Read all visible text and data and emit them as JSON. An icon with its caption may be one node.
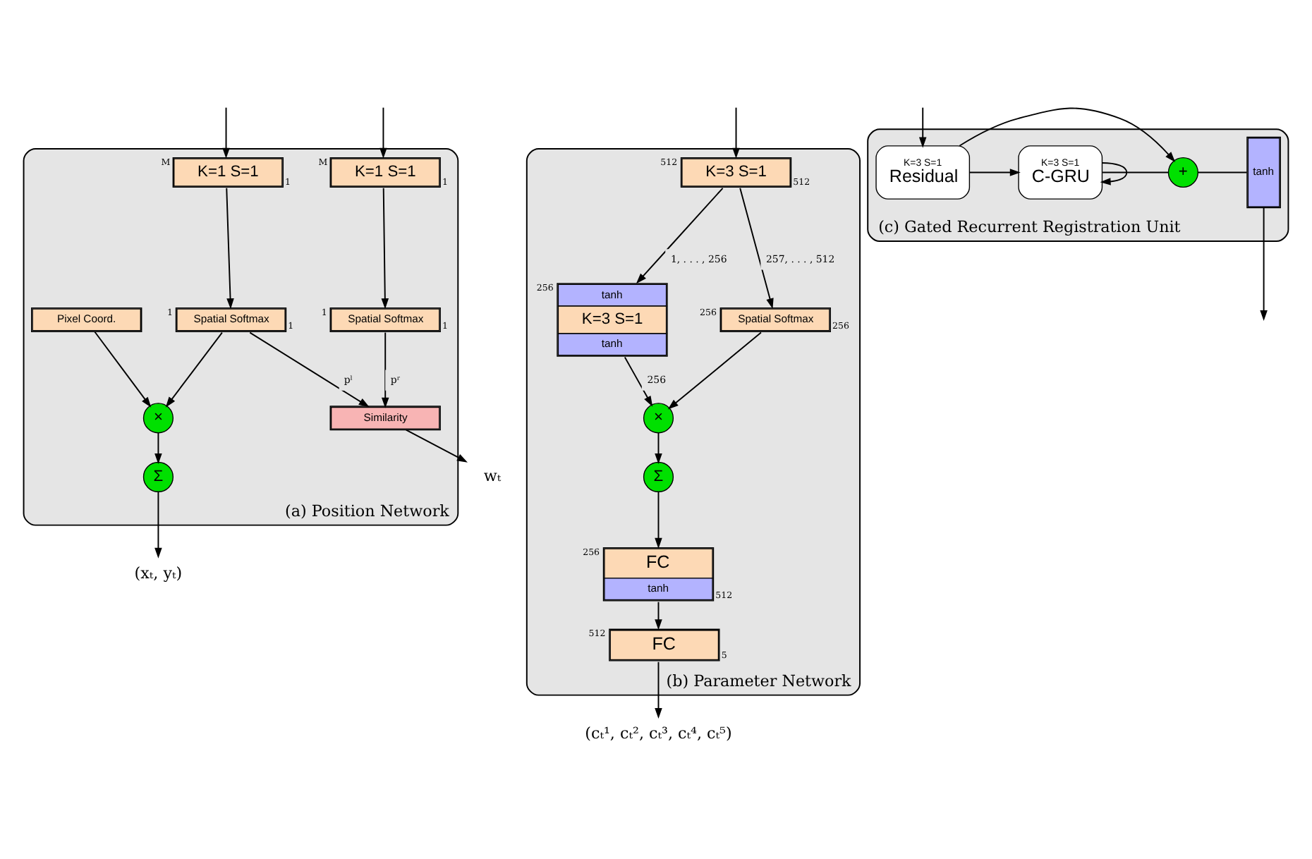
{
  "diagram": {
    "nodes": [
      {
        "text": [
          "(a) Position Network"
        ]
      },
      {
        "text": [
          "K=1 S=1"
        ],
        "in": 0,
        "beside": [
          "M",
          "1"
        ]
      },
      {
        "text": [
          "K=1 S=1"
        ],
        "in": 0,
        "beside": [
          "M",
          "1"
        ]
      },
      {
        "text": [
          "Spatial Softmax"
        ],
        "in": 0,
        "beside": [
          "1",
          "1"
        ]
      },
      {
        "text": [
          "Spatial Softmax"
        ],
        "in": 0,
        "beside": [
          "1",
          "1"
        ]
      },
      {
        "text": [
          "Pixel Coord."
        ],
        "in": 0
      },
      {
        "text": [
          "×"
        ],
        "in": 0
      },
      {
        "text": [
          "Similarity"
        ],
        "in": 0
      },
      {
        "text": [
          "Σ"
        ],
        "in": 0
      },
      {
        "text": [
          "(xₜ, yₜ)"
        ]
      },
      {
        "text": [
          "wₜ"
        ]
      },
      {
        "text": [
          "(b) Parameter Network"
        ]
      },
      {
        "text": [
          "K=3 S=1"
        ],
        "in": 11,
        "beside": [
          "512",
          "512"
        ]
      },
      {
        "text": [
          "tanh",
          "K=3 S=1",
          "tanh"
        ],
        "in": 11,
        "beside": [
          "256"
        ]
      },
      {
        "text": [
          "Spatial Softmax"
        ],
        "in": 11,
        "beside": [
          "256",
          "256"
        ]
      },
      {
        "text": [
          "×"
        ],
        "in": 11
      },
      {
        "text": [
          "Σ"
        ],
        "in": 11
      },
      {
        "text": [
          "FC",
          "tanh"
        ],
        "in": 11,
        "beside": [
          "256",
          "512"
        ]
      },
      {
        "text": [
          "FC"
        ],
        "in": 11,
        "beside": [
          "512",
          "5"
        ]
      },
      {
        "text": [
          "(cₜ¹, cₜ², cₜ³, cₜ⁴, cₜ⁵)"
        ]
      },
      {
        "text": [
          "(c) Gated Recurrent Registration Unit"
        ]
      },
      {
        "text": [
          "K=3 S=1",
          "Residual"
        ],
        "in": 20
      },
      {
        "text": [
          "K=3 S=1",
          "C-GRU"
        ],
        "in": 20
      },
      {
        "text": [
          "+"
        ],
        "in": 20
      },
      {
        "text": [
          "tanh"
        ],
        "in": 20
      }
    ],
    "edges": [
      {
        "from": null,
        "to": 1,
        "arrow": "to"
      },
      {
        "from": null,
        "to": 2,
        "arrow": "to"
      },
      {
        "from": 1,
        "to": 3,
        "arrow": "to"
      },
      {
        "from": 2,
        "to": 4,
        "arrow": "to"
      },
      {
        "from": 3,
        "to": 6,
        "arrow": "to"
      },
      {
        "from": 3,
        "to": 7,
        "arrow": "to",
        "label": "pˡ"
      },
      {
        "from": 4,
        "to": 7,
        "arrow": "to",
        "label": "pʳ"
      },
      {
        "from": 5,
        "to": 6,
        "arrow": "to"
      },
      {
        "from": 6,
        "to": 8,
        "arrow": "to"
      },
      {
        "from": 8,
        "to": 9,
        "arrow": "to"
      },
      {
        "from": 7,
        "to": 10,
        "arrow": "to"
      },
      {
        "from": null,
        "to": 12,
        "arrow": "to"
      },
      {
        "from": 12,
        "to": 13,
        "arrow": "to",
        "label": "1, . . . , 256"
      },
      {
        "from": 12,
        "to": 14,
        "arrow": "to",
        "label": "257, . . . , 512"
      },
      {
        "from": 13,
        "to": 15,
        "arrow": "to",
        "label": "256"
      },
      {
        "from": 14,
        "to": 15,
        "arrow": "to"
      },
      {
        "from": 15,
        "to": 16,
        "arrow": "to"
      },
      {
        "from": 16,
        "to": 17,
        "arrow": "to"
      },
      {
        "from": 17,
        "to": 18,
        "arrow": "to"
      },
      {
        "from": 18,
        "to": 19,
        "arrow": "to"
      },
      {
        "from": null,
        "to": 21,
        "arrow": "to"
      },
      {
        "from": 21,
        "to": 22,
        "arrow": "to"
      },
      {
        "from": 21,
        "to": 23,
        "arrow": "to"
      },
      {
        "from": 22,
        "to": 22,
        "arrow": "to"
      },
      {
        "from": 22,
        "to": 23,
        "arrow": "none"
      },
      {
        "from": 23,
        "to": 24,
        "arrow": "none"
      },
      {
        "from": 24,
        "to": null,
        "arrow": "to"
      }
    ]
  }
}
